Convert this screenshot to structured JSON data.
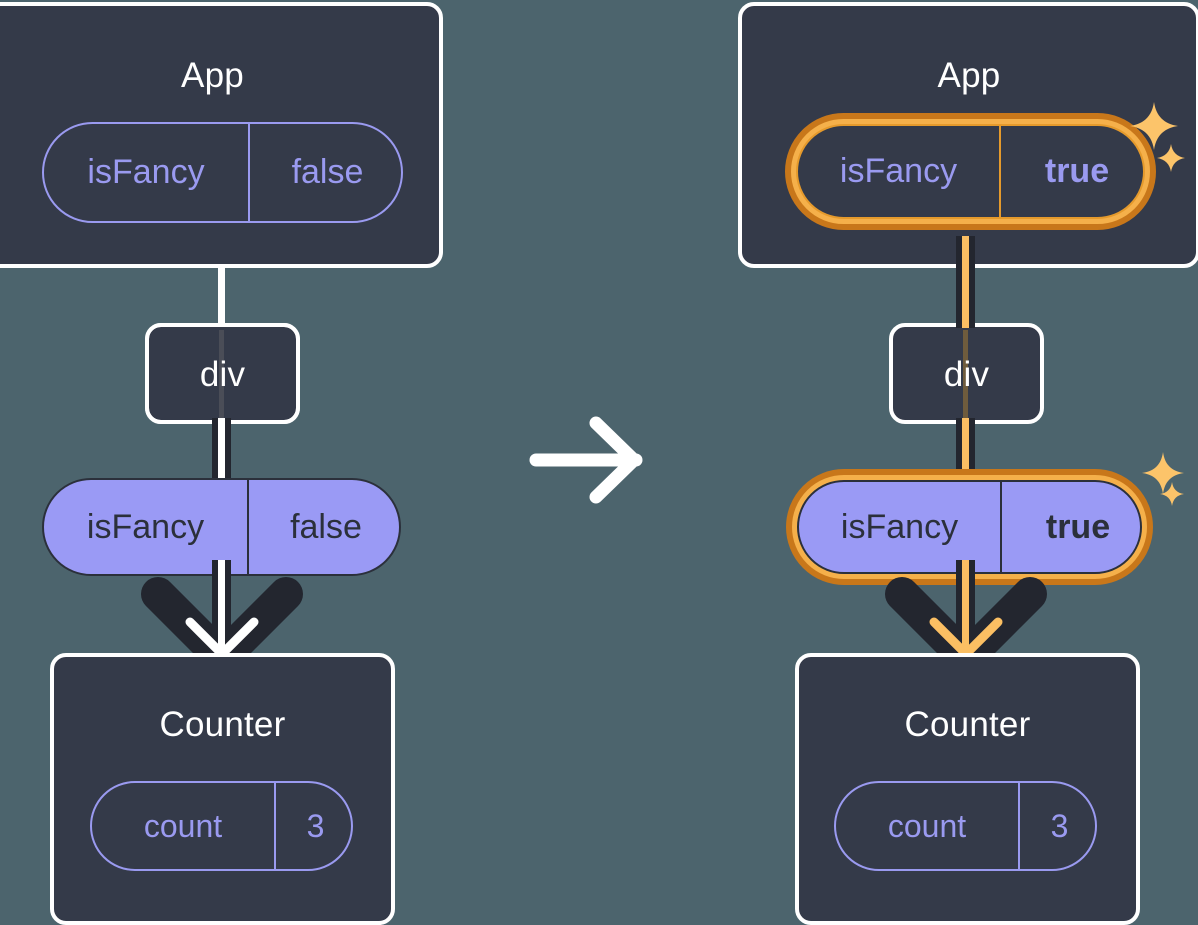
{
  "diagram": {
    "title_app": "App",
    "title_div": "div",
    "title_counter": "Counter",
    "transition_icon": "right-arrow-icon",
    "background_color": "#4c646d",
    "panel_color": "#343a49",
    "panel_border_color": "#ffffff",
    "pill_purple_fill": "#9a9af5",
    "pill_outline_color": "#9a9af0",
    "highlight_outer_color": "#c8771a",
    "highlight_inner_color": "#f5b04a",
    "wire_amber_color": "#fbbf63",
    "wire_dark_color": "#23262f"
  },
  "before": {
    "app": {
      "title": "App",
      "state": {
        "key": "isFancy",
        "value": "false"
      }
    },
    "div": {
      "title": "div"
    },
    "prop": {
      "key": "isFancy",
      "value": "false"
    },
    "counter": {
      "title": "Counter",
      "state": {
        "key": "count",
        "value": "3"
      }
    }
  },
  "after": {
    "app": {
      "title": "App",
      "state": {
        "key": "isFancy",
        "value": "true"
      }
    },
    "div": {
      "title": "div"
    },
    "prop": {
      "key": "isFancy",
      "value": "true"
    },
    "counter": {
      "title": "Counter",
      "state": {
        "key": "count",
        "value": "3"
      }
    }
  }
}
